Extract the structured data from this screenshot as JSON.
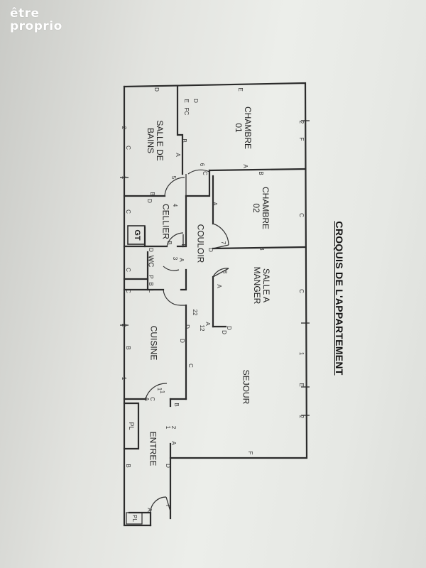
{
  "logo": {
    "line1": "être",
    "line2": "proprio"
  },
  "title": "CROQUIS DE L'APPARTEMENT",
  "rooms": {
    "chambre01": {
      "line1": "CHAMBRE",
      "line2": "01"
    },
    "chambre02": {
      "line1": "CHAMBRE",
      "line2": "02"
    },
    "salle_de_bains": {
      "line1": "SALLE DE",
      "line2": "BAINS"
    },
    "salle_a_manger": {
      "line1": "SALLE A",
      "line2": "MANGER"
    },
    "cellier": "CELLIER",
    "couloir": "COULOIR",
    "cuisine": "CUISINE",
    "sejour": "SEJOUR",
    "entree": "ENTREE",
    "wc": "WC",
    "gt": "GT",
    "pl1": "PL",
    "pl2": "PL"
  },
  "markers": [
    "E",
    "D",
    "E",
    "FC",
    "D",
    "2",
    "F",
    "2",
    "C",
    "B",
    "A",
    "6",
    "C",
    "A",
    "5",
    "B",
    "1",
    "4",
    "B",
    "D",
    "C",
    "C",
    "A",
    "D",
    "B",
    "C",
    "D",
    "B",
    "7",
    "B",
    "3",
    "A",
    "8",
    "C",
    "A",
    "B",
    "P",
    "L",
    "C",
    "D",
    "22",
    "A",
    "12",
    "D",
    "D",
    "1",
    "2",
    "C",
    "B",
    "D",
    "C",
    "1",
    "B",
    "1",
    "E",
    "2",
    "A",
    "C",
    "B",
    "1",
    "2",
    "A",
    "1",
    "3",
    "A",
    "F",
    "D",
    "B",
    "A",
    "T"
  ]
}
